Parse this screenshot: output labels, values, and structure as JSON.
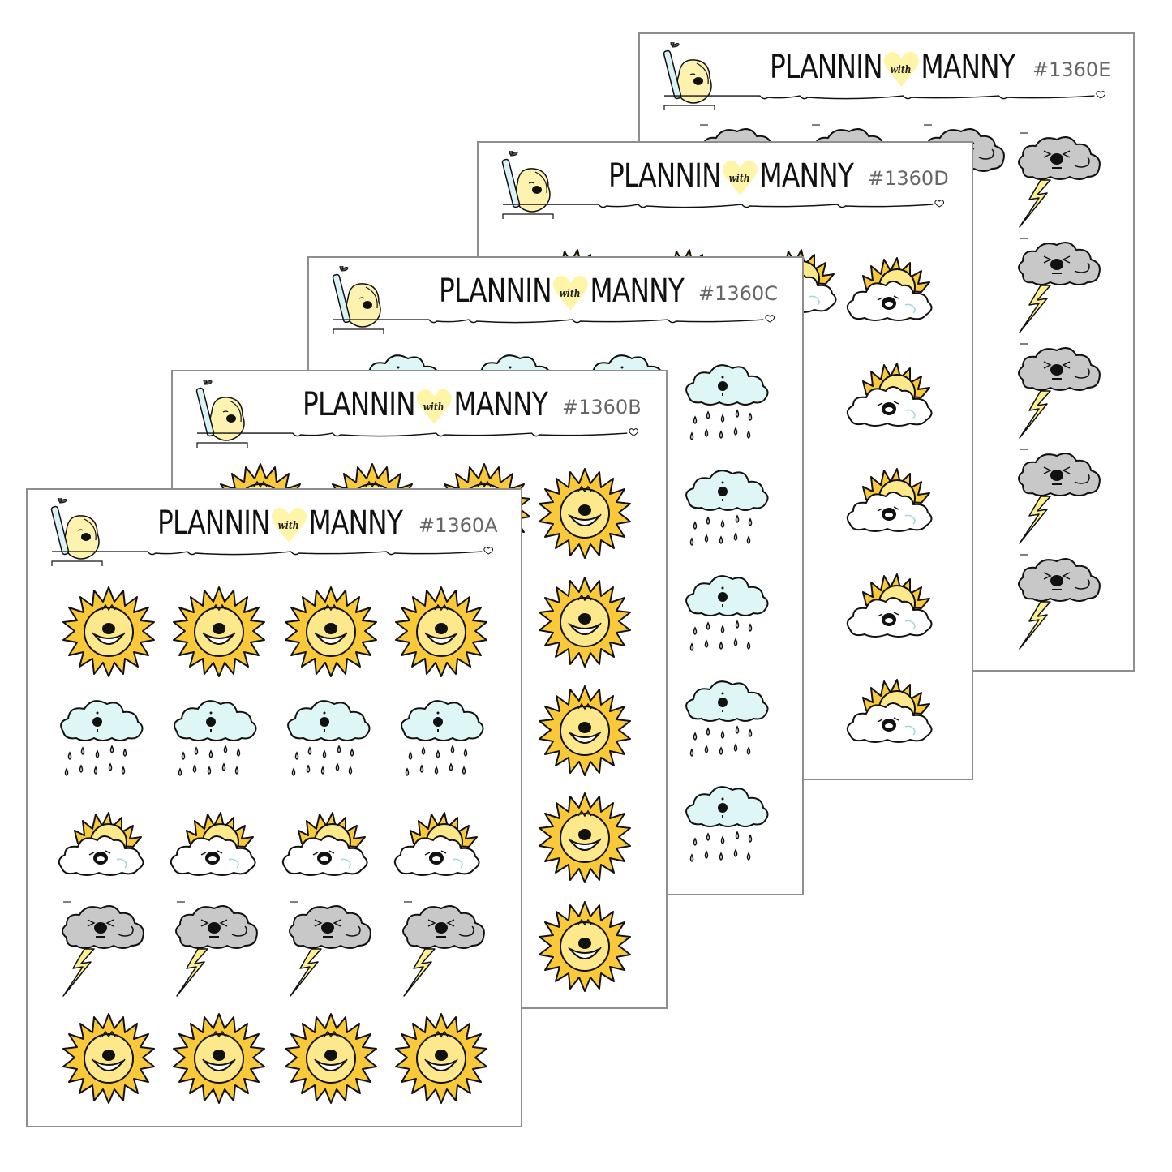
{
  "brand": {
    "part1": "PLANNIN",
    "with": "with",
    "part2": "MANNY"
  },
  "colors": {
    "sun": "#f9c93a",
    "sun_face": "#fde98b",
    "rain_cloud": "#dff6f7",
    "storm_cloud": "#c8c8c8",
    "bolt": "#fcef8e",
    "heart": "#fff5a8",
    "outline": "#111111",
    "border": "#8e8e8e"
  },
  "sheets": [
    {
      "code": "#1360E",
      "sticker": "storm"
    },
    {
      "code": "#1360D",
      "sticker": "partly-sunny"
    },
    {
      "code": "#1360C",
      "sticker": "rain"
    },
    {
      "code": "#1360B",
      "sticker": "sun"
    },
    {
      "code": "#1360A",
      "rows": [
        "sun",
        "rain",
        "partly-sunny",
        "storm",
        "sun"
      ]
    }
  ]
}
